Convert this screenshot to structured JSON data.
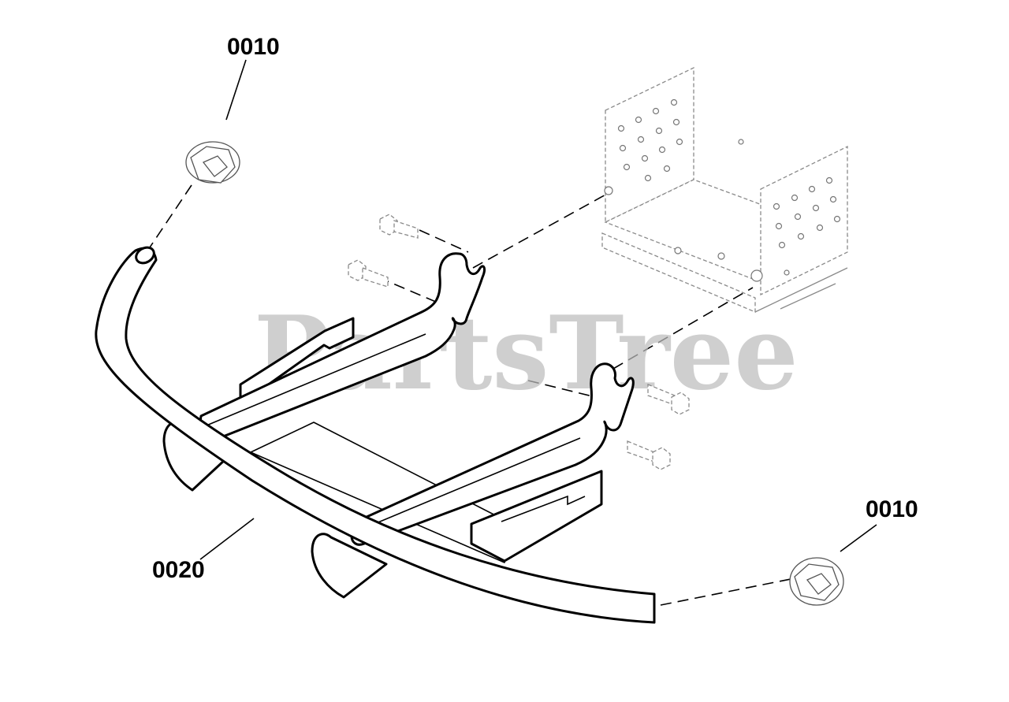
{
  "watermark": "PartsTree",
  "callouts": {
    "clip_top": "0010",
    "clip_bottom": "0010",
    "bumper": "0020"
  }
}
